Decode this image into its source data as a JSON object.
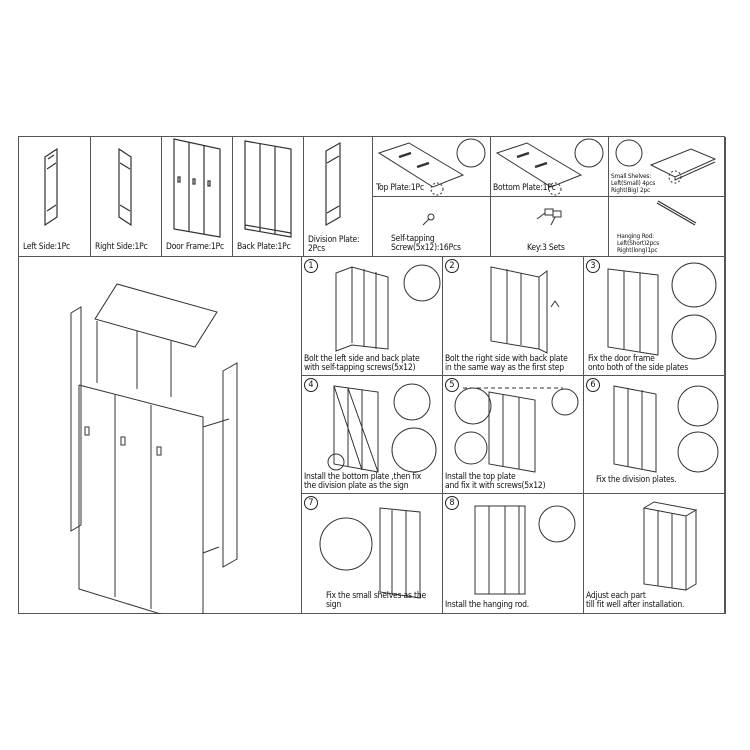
{
  "parts": [
    {
      "label": "Left Side:1Pc"
    },
    {
      "label": "Right Side:1Pc"
    },
    {
      "label": "Door Frame:1Pc"
    },
    {
      "label": "Back Plate:1Pc"
    },
    {
      "label": "Division Plate:\n2Pcs"
    },
    {
      "label": "Top Plate:1Pc"
    },
    {
      "label": "Bottom Plate:1Pc"
    },
    {
      "label": "Small Shelves:\nLeft(Small) 4pcs\nRight(Big) 2pc"
    },
    {
      "label": "Self-tapping\nScrew(5x12):16Pcs"
    },
    {
      "label": "Key:3 Sets"
    },
    {
      "label": "Hanging Rod:\nLeft(Short)2pcs\nRight(long)1pc"
    }
  ],
  "steps": [
    {
      "number": "1",
      "text": "Bolt the left side and back plate\nwith self-tapping screws(5x12)"
    },
    {
      "number": "2",
      "text": "Bolt the right side with back plate\nin the same way as the first step"
    },
    {
      "number": "3",
      "text": "Fix the door frame\nonto both of the side plates"
    },
    {
      "number": "4",
      "text": "Install the bottom plate ,then fix\nthe division plate as the sign"
    },
    {
      "number": "5",
      "text": "Install the top plate\nand fix it with screws(5x12)"
    },
    {
      "number": "6",
      "text": "Fix the division plates."
    },
    {
      "number": "7",
      "text": "Fix the small shelves as the sign"
    },
    {
      "number": "8",
      "text": "Install the hanging rod."
    },
    {
      "number": "",
      "text": "Adjust each part\ntill fit well after installation."
    }
  ],
  "colors": {
    "line": "#555555",
    "drawing": "#333333",
    "background": "#ffffff"
  }
}
